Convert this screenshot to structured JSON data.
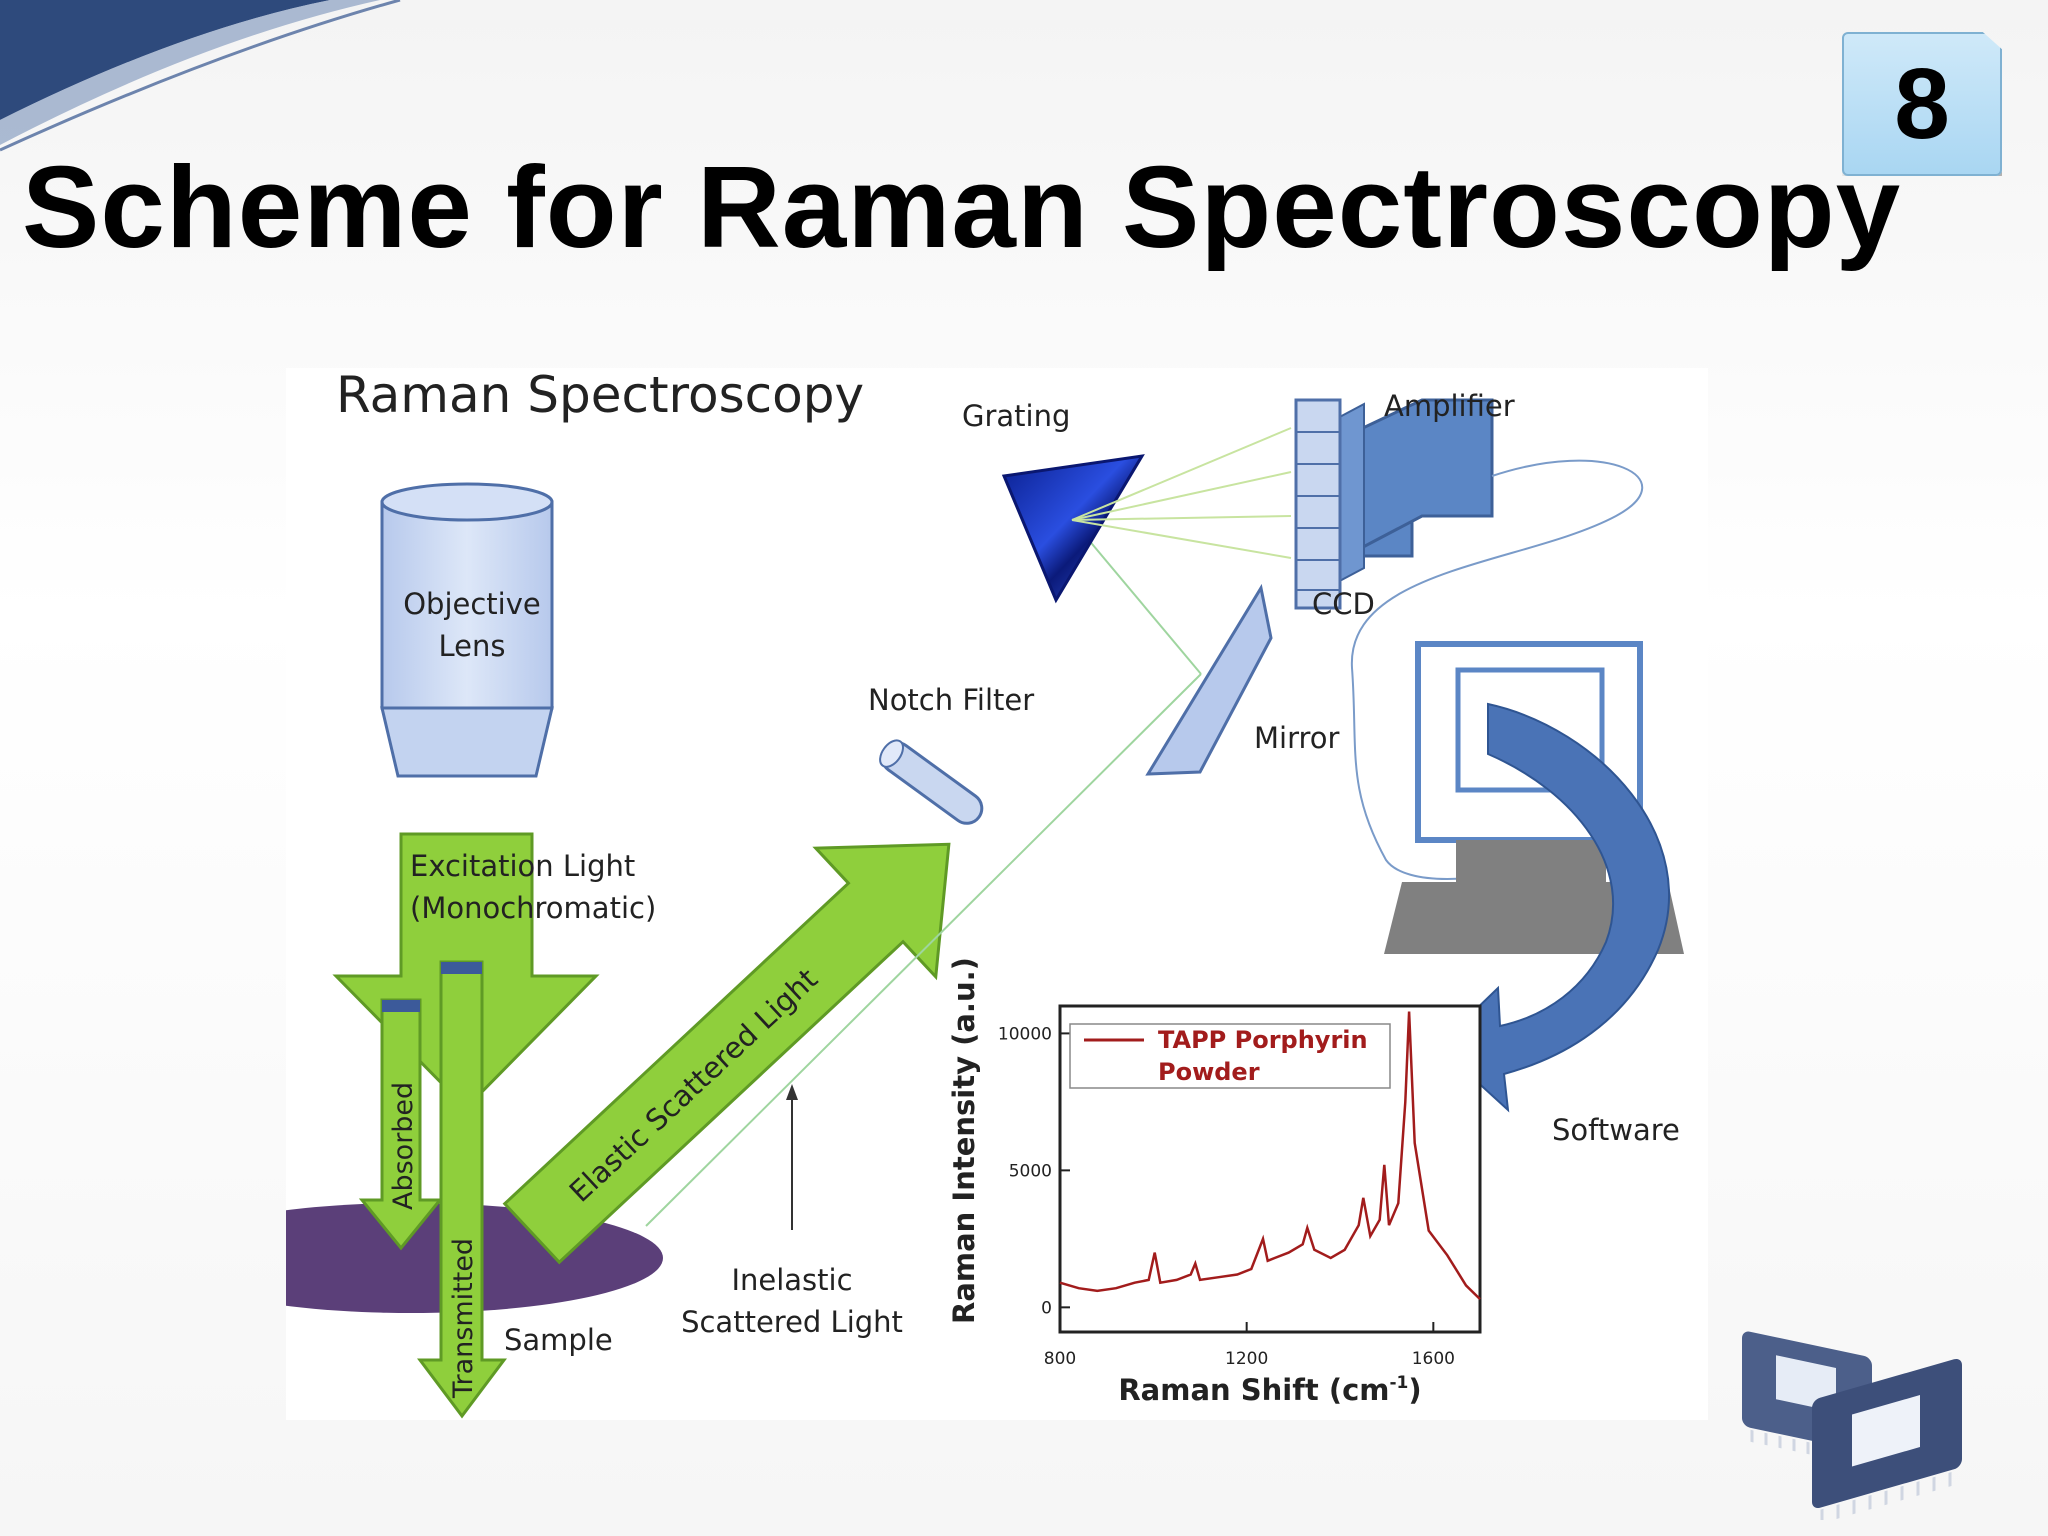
{
  "slide": {
    "title": "Scheme for Raman Spectroscopy",
    "number": "8",
    "accent_color": "#2e4a7c"
  },
  "diagram": {
    "heading": "Raman Spectroscopy",
    "labels": {
      "objective_lens_line1": "Objective",
      "objective_lens_line2": "Lens",
      "excitation_line1": "Excitation Light",
      "excitation_line2": "(Monochromatic)",
      "absorbed": "Absorbed",
      "transmitted": "Transmitted",
      "sample": "Sample",
      "elastic": "Elastic Scattered Light",
      "notch_filter": "Notch Filter",
      "mirror": "Mirror",
      "grating": "Grating",
      "ccd": "CCD",
      "amplifier": "Amplifier",
      "software": "Software",
      "inelastic_line1": "Inelastic",
      "inelastic_line2": "Scattered Light"
    },
    "colors": {
      "arrow_green": "#8fcf3c",
      "arrow_green_dark": "#5f9a25",
      "lens_blue": "#c9d7f0",
      "device_blue": "#5b86c5",
      "sample_purple": "#5b3f79",
      "grating_blue": "#1029a8",
      "computer_gray": "#808080"
    }
  },
  "chart_data": {
    "type": "line",
    "xlabel": "Raman Shift (cm",
    "xlabel_sup": "-1",
    "xlabel_suffix": ")",
    "ylabel": "Raman Intensity (a.u.)",
    "xlim": [
      800,
      1700
    ],
    "ylim": [
      -900,
      11000
    ],
    "xticks": [
      "800",
      "1200",
      "1600"
    ],
    "yticks": [
      "0",
      "5000",
      "10000"
    ],
    "legend_line1": "TAPP Porphyrin",
    "legend_line2": "Powder",
    "series_color": "#a21c1c",
    "series": [
      {
        "name": "TAPP Porphyrin Powder",
        "x": [
          800,
          840,
          880,
          920,
          960,
          990,
          1003,
          1015,
          1050,
          1080,
          1090,
          1100,
          1140,
          1180,
          1210,
          1235,
          1245,
          1260,
          1290,
          1320,
          1330,
          1345,
          1380,
          1410,
          1440,
          1450,
          1465,
          1485,
          1495,
          1505,
          1525,
          1540,
          1548,
          1560,
          1590,
          1630,
          1670,
          1700
        ],
        "y": [
          900,
          700,
          600,
          700,
          900,
          1000,
          2000,
          900,
          1000,
          1200,
          1600,
          1000,
          1100,
          1200,
          1400,
          2500,
          1700,
          1800,
          2000,
          2300,
          2900,
          2100,
          1800,
          2100,
          3000,
          4000,
          2600,
          3200,
          5200,
          3000,
          3800,
          7500,
          10800,
          6000,
          2800,
          1900,
          800,
          300
        ]
      }
    ]
  }
}
